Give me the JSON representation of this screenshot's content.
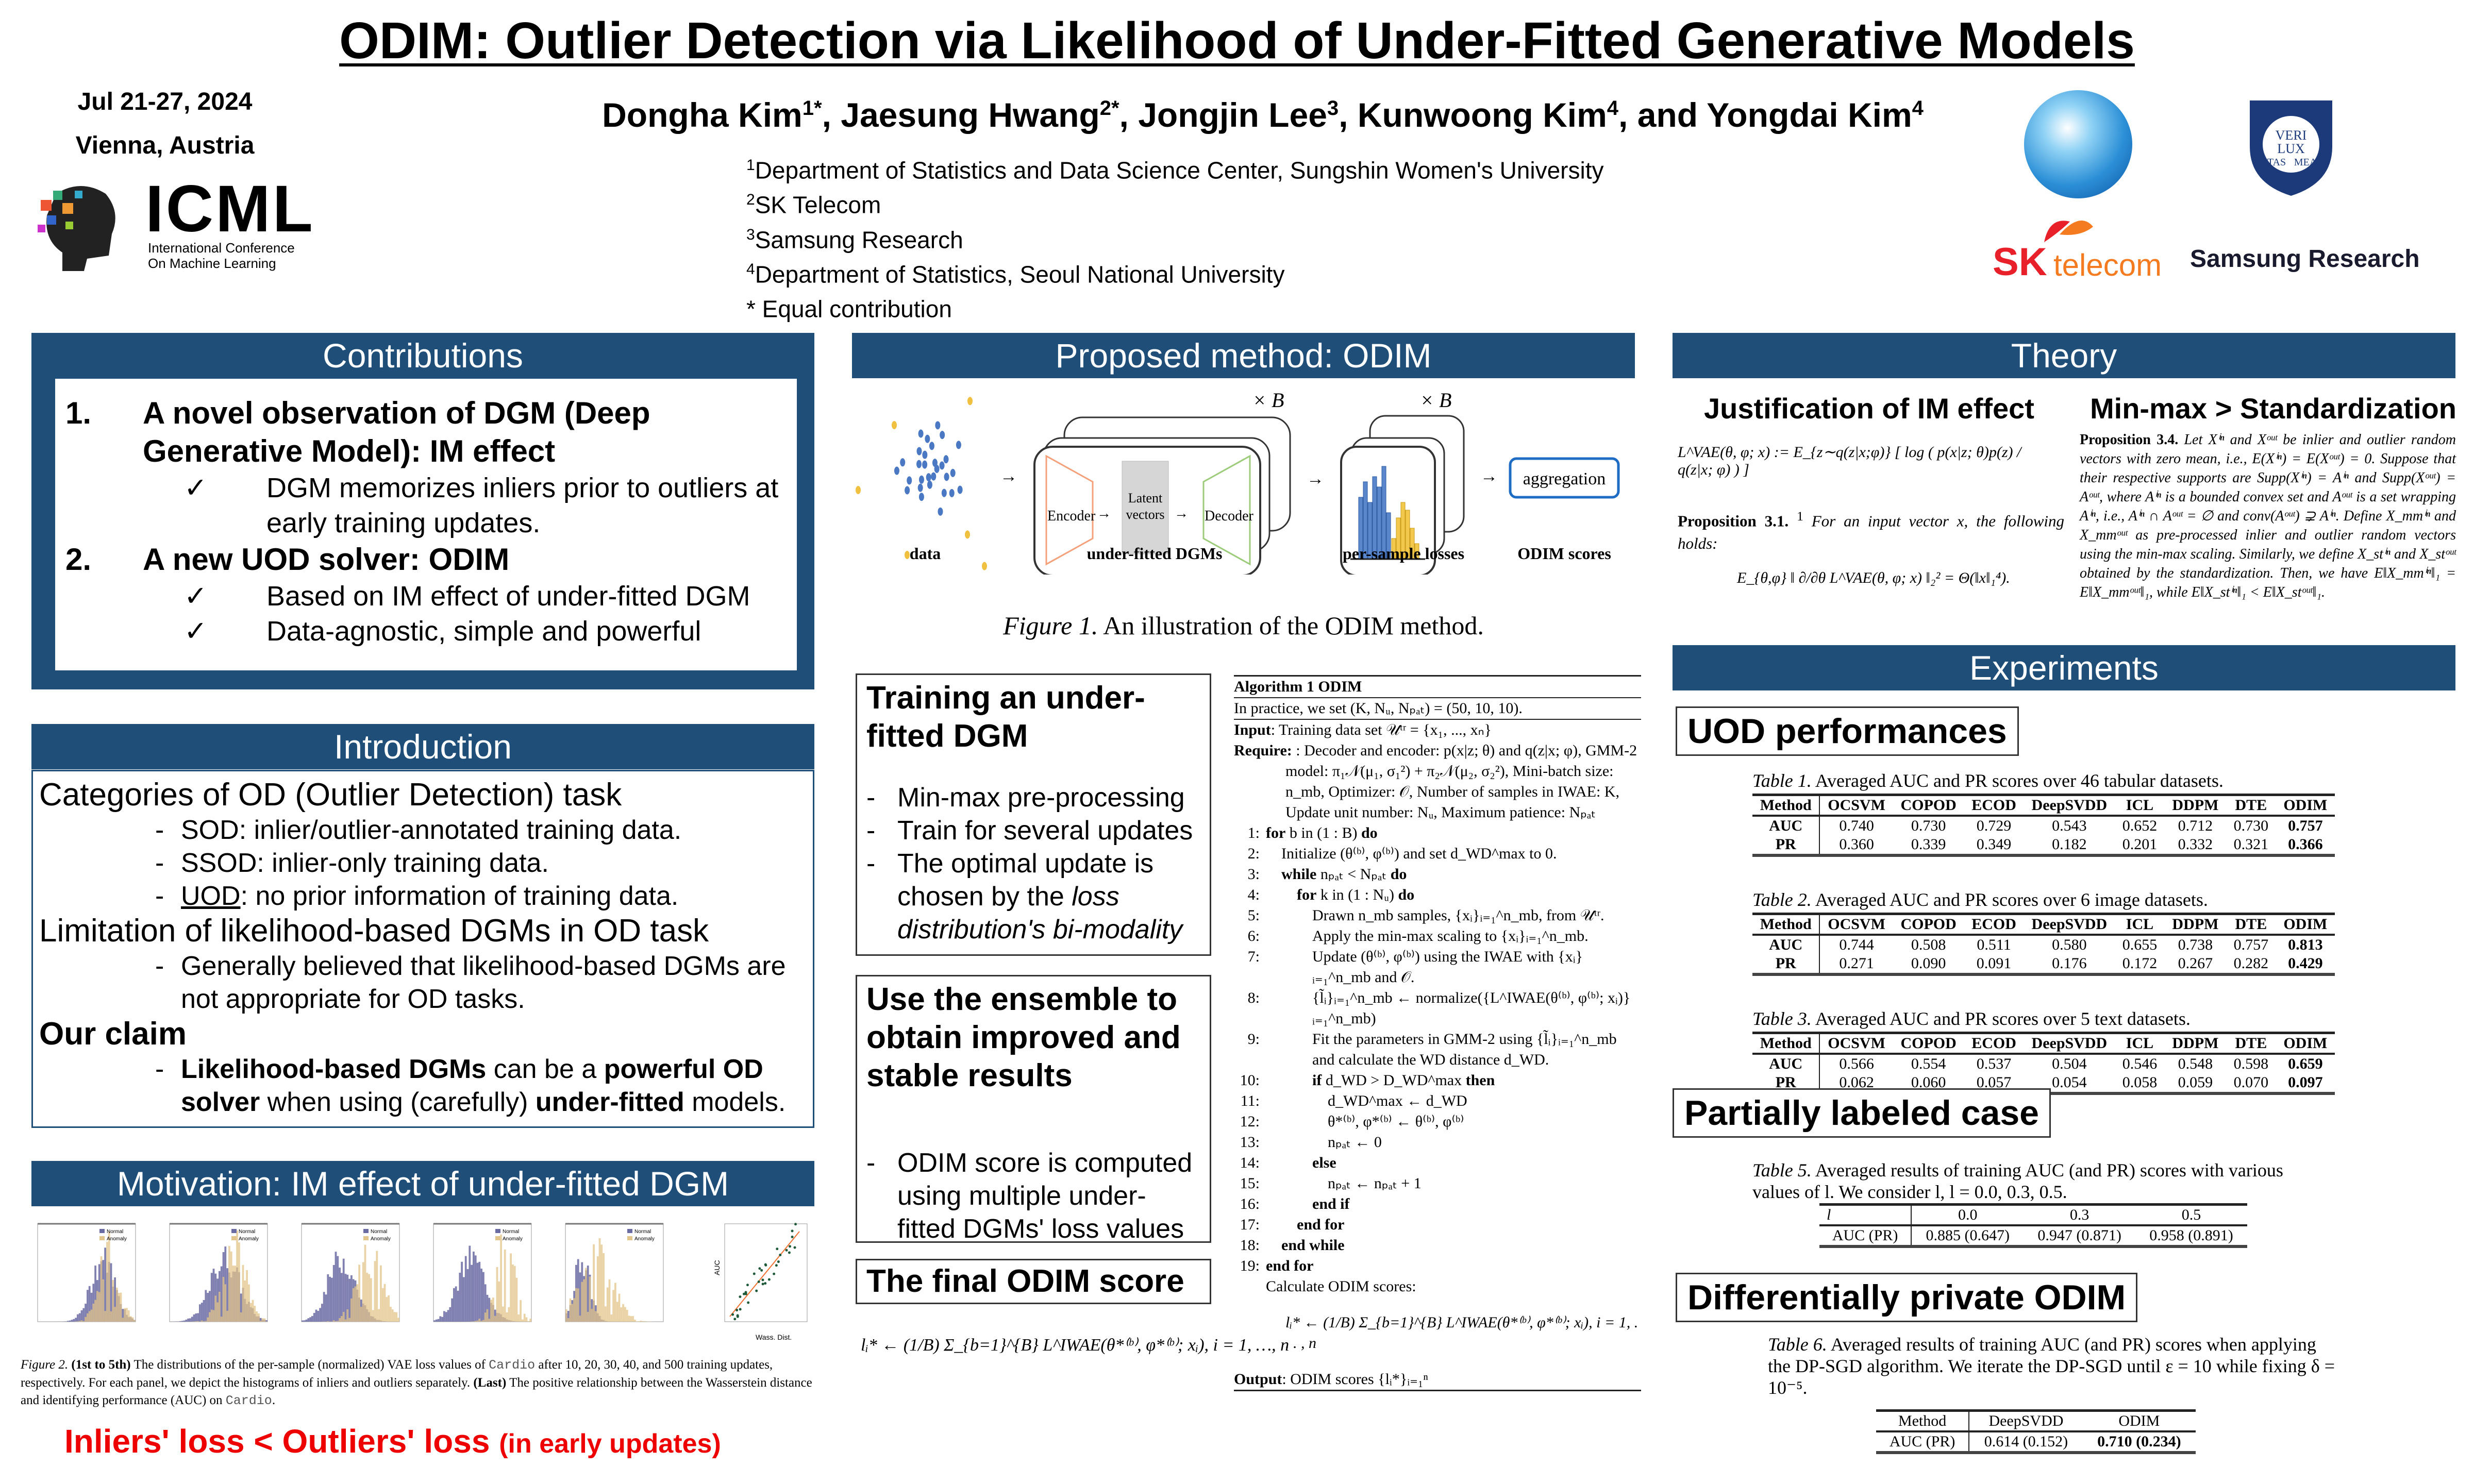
{
  "title": "ODIM: Outlier Detection via Likelihood of Under-Fitted Generative Models",
  "event": {
    "dates": "Jul 21-27, 2024",
    "location": "Vienna, Austria",
    "logo_text": "ICML",
    "logo_sub1": "International Conference",
    "logo_sub2": "On Machine Learning"
  },
  "authors": [
    {
      "name": "Dongha Kim",
      "sup": "1*"
    },
    {
      "name": "Jaesung Hwang",
      "sup": "2*"
    },
    {
      "name": "Jongjin Lee",
      "sup": "3"
    },
    {
      "name": "Kunwoong Kim",
      "sup": "4"
    },
    {
      "name": "Yongdai Kim",
      "sup": "4"
    }
  ],
  "authors_sep": ", ",
  "authors_and": ", and ",
  "affiliations": [
    {
      "sup": "1",
      "text": "Department of Statistics and Data Science Center, Sungshin Women's University"
    },
    {
      "sup": "2",
      "text": "SK Telecom"
    },
    {
      "sup": "3",
      "text": "Samsung Research"
    },
    {
      "sup": "4",
      "text": "Department of Statistics, Seoul National University"
    },
    {
      "sup": "",
      "text": "* Equal contribution"
    }
  ],
  "logos": {
    "snu_text1": "VERI",
    "snu_text2": "LUX",
    "snu_text3": "TAS",
    "snu_text4": "MEA",
    "sk": "SK",
    "telecom": "telecom",
    "samsung": "Samsung Research"
  },
  "contributions": {
    "header": "Contributions",
    "items": [
      {
        "num": "1.",
        "title": "A novel observation of DGM (Deep Generative Model): IM effect",
        "checks": [
          "DGM memorizes inliers prior to outliers at early training updates."
        ]
      },
      {
        "num": "2.",
        "title": "A new UOD solver: ODIM",
        "checks": [
          "Based on IM effect of under-fitted DGM",
          "Data-agnostic, simple and powerful"
        ]
      }
    ],
    "check_glyph": "✓"
  },
  "introduction": {
    "header": "Introduction",
    "h1": "Categories of OD (Outlier Detection) task",
    "b1": [
      {
        "pre": "SOD",
        "text": ": inlier/outlier-annotated training data."
      },
      {
        "pre": "SSOD",
        "text": ": inlier-only training data."
      },
      {
        "pre": "UOD",
        "text": ": no prior information of training data."
      }
    ],
    "h2": "Limitation of likelihood-based DGMs in OD task",
    "b2": "Generally believed that likelihood-based DGMs are not appropriate for OD tasks.",
    "h3": "Our claim",
    "claim": {
      "a": "Likelihood-based DGMs",
      "b": " can be a ",
      "c": "powerful OD solver",
      "d": " when using (carefully) ",
      "e": "under-fitted",
      "f": " models."
    },
    "dash": "-"
  },
  "motivation": {
    "header": "Motivation: IM effect of under-fitted DGM",
    "legend_normal": "Normal",
    "legend_anomaly": "Anomaly",
    "scatter_xlabel": "Wass. Dist.",
    "scatter_ylabel": "AUC",
    "caption": {
      "fig": "Figure 2.",
      "b1": "(1st to 5th)",
      "t1": " The distributions of the per-sample (normalized) VAE loss values of ",
      "code1": "Cardio",
      "t2": " after 10, 20, 30, 40, and 500 training updates, respectively. For each panel, we depict the histograms of inliers and outliers separately. ",
      "b2": "(Last)",
      "t3": " The positive relationship between the Wasserstein distance and identifying performance (AUC) on ",
      "code2": "Cardio",
      "t4": "."
    },
    "takeaway": "Inliers' loss < Outliers' loss",
    "takeaway_small": "(in early updates)"
  },
  "method": {
    "header": "Proposed method: ODIM",
    "fig_labels": {
      "data": "data",
      "dgms": "under-fitted DGMs",
      "losses": "per-sample losses",
      "scores": "ODIM scores",
      "encoder": "Encoder",
      "latent1": "Latent",
      "latent2": "vectors",
      "decoder": "Decoder",
      "aggregation": "aggregation",
      "times_b": "× B"
    },
    "fig_caption_a": "Figure 1.",
    "fig_caption_b": " An illustration of the ODIM method.",
    "training": {
      "title": "Training an under-fitted DGM",
      "bullets": [
        "Min-max pre-processing",
        "Train for several updates"
      ],
      "b3a": "The optimal update is chosen by the ",
      "b3b": "loss distribution's bi-modality"
    },
    "ensemble": {
      "title": "Use the ensemble to obtain improved and stable results",
      "bullet": "ODIM score is computed using multiple under-fitted DGMs' loss values"
    },
    "final": {
      "title": "The final ODIM score",
      "formula": "lᵢ* ← (1/B) Σ_{b=1}^{B} L^IWAE(θ*⁽ᵇ⁾, φ*⁽ᵇ⁾; xᵢ), i = 1, …, n"
    }
  },
  "algorithm": {
    "title": "Algorithm 1 ODIM",
    "practice": "In practice, we set (K, Nᵤ, Nₚₐₜ) = (50, 10, 10).",
    "input_kw": "Input",
    "input": ": Training data set 𝒰ᵗʳ = {x₁, ..., xₙ}",
    "require_kw": "Require:",
    "require": " : Decoder and encoder: p(x|z; θ) and q(z|x; φ), GMM-2 model: π₁𝒩(μ₁, σ₁²) + π₂𝒩(μ₂, σ₂²), Mini-batch size: n_mb, Optimizer: 𝒪, Number of samples in IWAE: K, Update unit number: Nᵤ, Maximum patience: Nₚₐₜ",
    "lines": [
      {
        "n": "1:",
        "pre": "for",
        "text": " b in (1 : B) ",
        "post": "do"
      },
      {
        "n": "2:",
        "pre": "",
        "text": "Initialize (θ⁽ᵇ⁾, φ⁽ᵇ⁾) and set d_WD^max to 0.",
        "post": ""
      },
      {
        "n": "3:",
        "pre": "while",
        "text": " nₚₐₜ < Nₚₐₜ ",
        "post": "do"
      },
      {
        "n": "4:",
        "pre": "for",
        "text": " k in (1 : Nᵤ) ",
        "post": "do"
      },
      {
        "n": "5:",
        "pre": "",
        "text": "Drawn n_mb samples, {xᵢ}ᵢ₌₁^n_mb, from 𝒰ᵗʳ.",
        "post": ""
      },
      {
        "n": "6:",
        "pre": "",
        "text": "Apply the min-max scaling to {xᵢ}ᵢ₌₁^n_mb.",
        "post": ""
      },
      {
        "n": "7:",
        "pre": "",
        "text": "Update (θ⁽ᵇ⁾, φ⁽ᵇ⁾) using the IWAE with {xᵢ}ᵢ₌₁^n_mb and 𝒪.",
        "post": ""
      },
      {
        "n": "8:",
        "pre": "",
        "text": "{l̃ᵢ}ᵢ₌₁^n_mb ← normalize({L^IWAE(θ⁽ᵇ⁾, φ⁽ᵇ⁾; xᵢ)}ᵢ₌₁^n_mb)",
        "post": ""
      },
      {
        "n": "9:",
        "pre": "",
        "text": "Fit the parameters in GMM-2 using {l̃ᵢ}ᵢ₌₁^n_mb and calculate the WD distance d_WD.",
        "post": ""
      },
      {
        "n": "10:",
        "pre": "if",
        "text": " d_WD > D_WD^max ",
        "post": "then"
      },
      {
        "n": "11:",
        "pre": "",
        "text": "d_WD^max ← d_WD",
        "post": ""
      },
      {
        "n": "12:",
        "pre": "",
        "text": "θ*⁽ᵇ⁾, φ*⁽ᵇ⁾ ← θ⁽ᵇ⁾, φ⁽ᵇ⁾",
        "post": ""
      },
      {
        "n": "13:",
        "pre": "",
        "text": "nₚₐₜ ← 0",
        "post": ""
      },
      {
        "n": "14:",
        "pre": "else",
        "text": "",
        "post": ""
      },
      {
        "n": "15:",
        "pre": "",
        "text": "nₚₐₜ ← nₚₐₜ + 1",
        "post": ""
      },
      {
        "n": "16:",
        "pre": "end if",
        "text": "",
        "post": ""
      },
      {
        "n": "17:",
        "pre": "end for",
        "text": "",
        "post": ""
      },
      {
        "n": "18:",
        "pre": "end while",
        "text": "",
        "post": ""
      },
      {
        "n": "19:",
        "pre": "end for",
        "text": "",
        "post": ""
      }
    ],
    "calc": "Calculate ODIM scores:",
    "formula": "lᵢ* ← (1/B) Σ_{b=1}^{B} L^IWAE(θ*⁽ᵇ⁾, φ*⁽ᵇ⁾; xᵢ), i = 1, . . . , n",
    "output_kw": "Output",
    "output": ": ODIM scores {lᵢ*}ᵢ₌₁ⁿ"
  },
  "theory": {
    "header": "Theory",
    "left_title": "Justification of IM effect",
    "right_title": "Min-max > Standardization",
    "vae_def": "L^VAE(θ, φ; x) := E_{z∼q(z|x;φ)} [ log ( p(x|z; θ)p(z) / q(z|x; φ) ) ]",
    "prop31_kw": "Proposition 3.1.",
    "prop31_sup": "1",
    "prop31": " For an input vector x, the following holds:",
    "prop31_eq": "E_{θ,φ} ‖ ∂/∂θ L^VAE(θ, φ; x) ‖₂² = Θ(‖x‖₁⁴).",
    "prop34_kw": "Proposition 3.4.",
    "prop34": " Let Xⁱⁿ and Xᵒᵘᵗ be inlier and outlier random vectors with zero mean, i.e., E(Xⁱⁿ) = E(Xᵒᵘᵗ) = 0. Suppose that their respective supports are Supp(Xⁱⁿ) = Aⁱⁿ and Supp(Xᵒᵘᵗ) = Aᵒᵘᵗ, where Aⁱⁿ is a bounded convex set and Aᵒᵘᵗ is a set wrapping Aⁱⁿ, i.e., Aⁱⁿ ∩ Aᵒᵘᵗ = ∅ and conv(Aᵒᵘᵗ) ⊋ Aⁱⁿ. Define X_mmⁱⁿ and X_mmᵒᵘᵗ as pre-processed inlier and outlier random vectors using the min-max scaling. Similarly, we define X_stⁱⁿ and X_stᵒᵘᵗ obtained by the standardization. Then, we have E‖X_mmⁱⁿ‖₁ = E‖X_mmᵒᵘᵗ‖₁, while E‖X_stⁱⁿ‖₁ < E‖X_stᵒᵘᵗ‖₁."
  },
  "experiments": {
    "header": "Experiments",
    "uod_title": "UOD performances",
    "columns": [
      "Method",
      "OCSVM",
      "COPOD",
      "ECOD",
      "DeepSVDD",
      "ICL",
      "DDPM",
      "DTE",
      "ODIM"
    ],
    "tables": [
      {
        "cap_a": "Table 1.",
        "cap_b": " Averaged AUC and PR scores over 46 tabular datasets.",
        "rows": [
          [
            "AUC",
            "0.740",
            "0.730",
            "0.729",
            "0.543",
            "0.652",
            "0.712",
            "0.730",
            "0.757"
          ],
          [
            "PR",
            "0.360",
            "0.339",
            "0.349",
            "0.182",
            "0.201",
            "0.332",
            "0.321",
            "0.366"
          ]
        ]
      },
      {
        "cap_a": "Table 2.",
        "cap_b": " Averaged AUC and PR scores over 6 image datasets.",
        "rows": [
          [
            "AUC",
            "0.744",
            "0.508",
            "0.511",
            "0.580",
            "0.655",
            "0.738",
            "0.757",
            "0.813"
          ],
          [
            "PR",
            "0.271",
            "0.090",
            "0.091",
            "0.176",
            "0.172",
            "0.267",
            "0.282",
            "0.429"
          ]
        ]
      },
      {
        "cap_a": "Table 3.",
        "cap_b": " Averaged AUC and PR scores over 5 text datasets.",
        "rows": [
          [
            "AUC",
            "0.566",
            "0.554",
            "0.537",
            "0.504",
            "0.546",
            "0.548",
            "0.598",
            "0.659"
          ],
          [
            "PR",
            "0.062",
            "0.060",
            "0.057",
            "0.054",
            "0.058",
            "0.059",
            "0.070",
            "0.097"
          ]
        ]
      }
    ],
    "partial_title": "Partially labeled case",
    "t5": {
      "cap_a": "Table 5.",
      "cap_b": " Averaged results of training AUC (and PR) scores with various values of l. We consider l, l = 0.0, 0.3, 0.5.",
      "head": [
        "l",
        "0.0",
        "0.3",
        "0.5"
      ],
      "row": [
        "AUC (PR)",
        "0.885 (0.647)",
        "0.947 (0.871)",
        "0.958 (0.891)"
      ]
    },
    "dp_title": "Differentially private ODIM",
    "t6": {
      "cap_a": "Table 6.",
      "cap_b": " Averaged results of training AUC (and PR) scores when applying the DP-SGD algorithm. We iterate the DP-SGD until ε = 10 while fixing δ = 10⁻⁵.",
      "head": [
        "Method",
        "DeepSVDD",
        "ODIM"
      ],
      "row": [
        "AUC (PR)",
        "0.614 (0.152)",
        "0.710 (0.234)"
      ]
    }
  },
  "colors": {
    "header_bg": "#1f4e79",
    "red": "#ee0000",
    "normal": "#6b6ba3",
    "anomaly": "#e3c48a"
  }
}
